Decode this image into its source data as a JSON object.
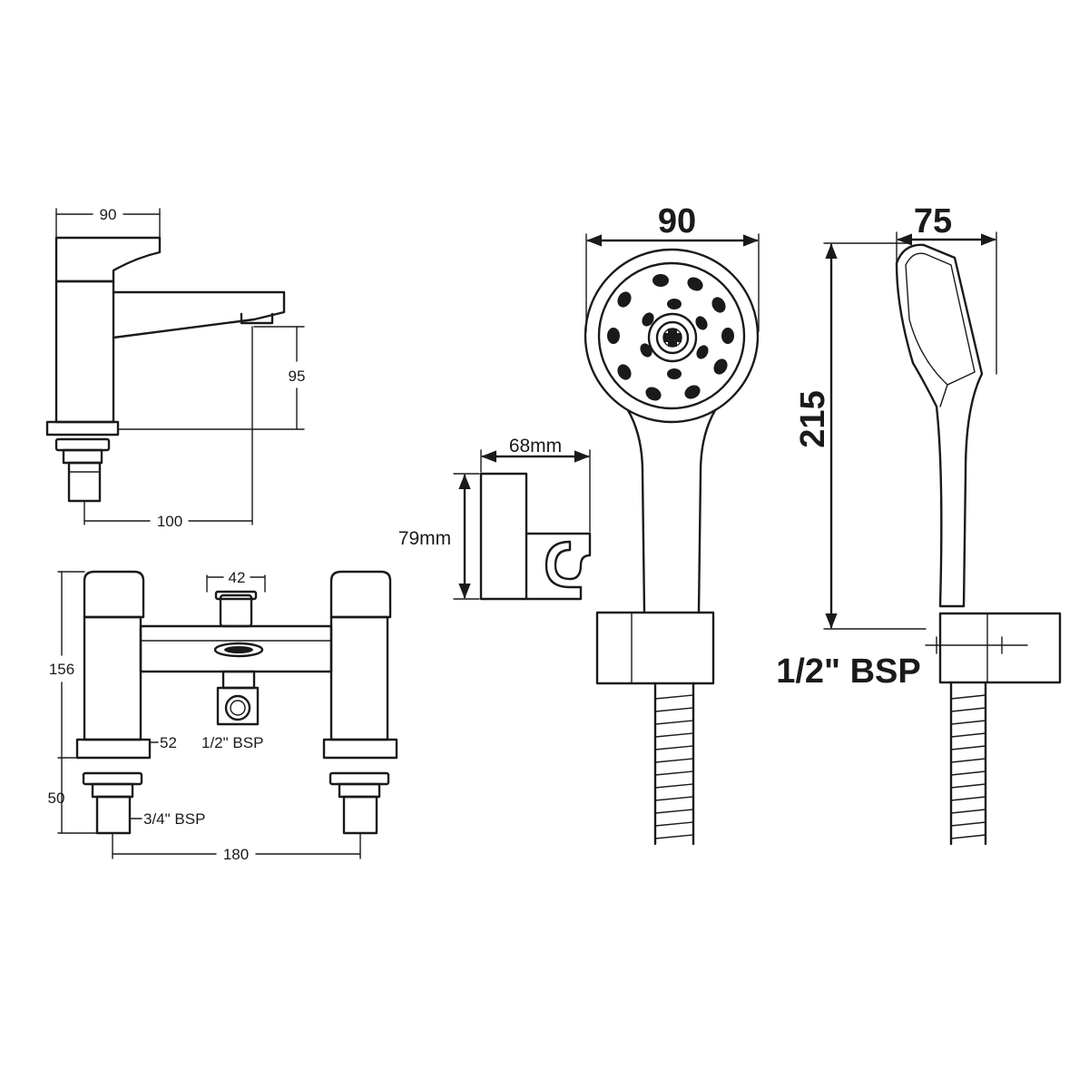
{
  "basin_tap": {
    "dim_width": "90",
    "dim_spout_height": "95",
    "dim_projection": "100"
  },
  "bath_mixer": {
    "dim_outlet_spacing": "42",
    "dim_height": "156",
    "dim_base": "52",
    "dim_tail": "50",
    "dim_centres": "180",
    "label_outlet": "1/2\" BSP",
    "label_inlet": "3/4\" BSP"
  },
  "wall_bracket": {
    "dim_width": "68mm",
    "dim_height": "79mm"
  },
  "handset": {
    "dim_head_width": "90",
    "dim_side_width": "75",
    "dim_length": "215",
    "label_connection": "1/2\" BSP"
  }
}
